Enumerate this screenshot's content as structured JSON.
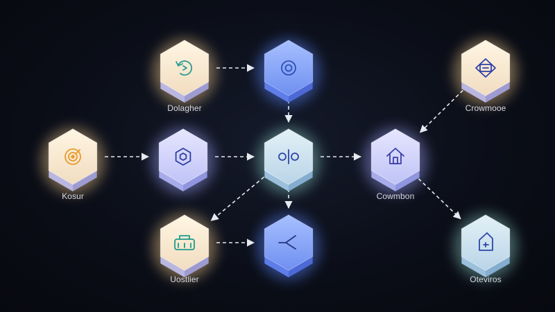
{
  "diagram": {
    "nodes": [
      {
        "id": "n1",
        "label": "Dolagher",
        "icon": "refresh-circle-icon",
        "theme": "warm",
        "icon_color": "#2a9d8f"
      },
      {
        "id": "n2",
        "label": "",
        "icon": "ring-icon",
        "theme": "blue",
        "icon_color": "#2f4fb8"
      },
      {
        "id": "n3",
        "label": "Crowmooe",
        "icon": "chip-frame-icon",
        "theme": "warm",
        "icon_color": "#2f3fa8"
      },
      {
        "id": "n4",
        "label": "Kosur",
        "icon": "target-icon",
        "theme": "warm",
        "icon_color": "#e89a2c"
      },
      {
        "id": "n5",
        "label": "",
        "icon": "hexagon-icon",
        "theme": "lavender",
        "icon_color": "#2e3da0"
      },
      {
        "id": "n6",
        "label": "",
        "icon": "bar-circle-icon",
        "theme": "mint",
        "icon_color": "#2e45a8"
      },
      {
        "id": "n7",
        "label": "Cowmbon",
        "icon": "house-icon",
        "theme": "lavender",
        "icon_color": "#3b3ea8"
      },
      {
        "id": "n8",
        "label": "Uostlier",
        "icon": "toolbox-icon",
        "theme": "warm",
        "icon_color": "#1f9a8a"
      },
      {
        "id": "n9",
        "label": "",
        "icon": "branch-icon",
        "theme": "blue",
        "icon_color": "#24357f"
      },
      {
        "id": "n10",
        "label": "Oteviros",
        "icon": "cabinet-icon",
        "theme": "mint",
        "icon_color": "#2e45a8"
      }
    ],
    "edges": [
      {
        "from": "n1",
        "to": "n2"
      },
      {
        "from": "n2",
        "to": "n6"
      },
      {
        "from": "n4",
        "to": "n5"
      },
      {
        "from": "n5",
        "to": "n6"
      },
      {
        "from": "n6",
        "to": "n7"
      },
      {
        "from": "n3",
        "to": "n7"
      },
      {
        "from": "n6",
        "to": "n8"
      },
      {
        "from": "n6",
        "to": "n9"
      },
      {
        "from": "n8",
        "to": "n9"
      },
      {
        "from": "n7",
        "to": "n10"
      }
    ]
  },
  "colors": {
    "background": "#0b0e18",
    "edge": "#e6e9f0",
    "label": "#d4d8e2"
  }
}
